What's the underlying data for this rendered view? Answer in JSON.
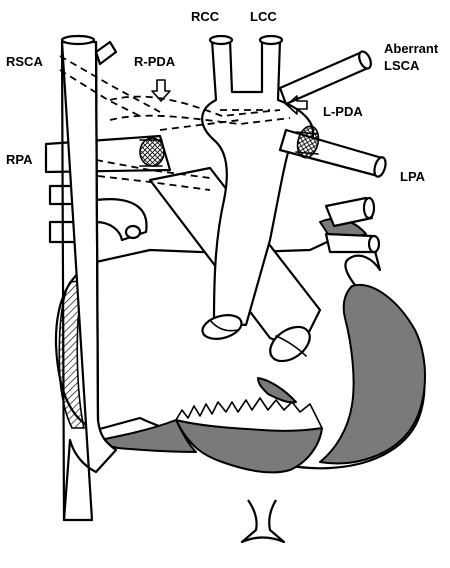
{
  "labels": {
    "rcc": "RCC",
    "lcc": "LCC",
    "rsca": "RSCA",
    "r_pda": "R-PDA",
    "aberrant": "Aberrant",
    "lsca": "LSCA",
    "l_pda": "L-PDA",
    "rpa": "RPA",
    "lpa": "LPA"
  }
}
